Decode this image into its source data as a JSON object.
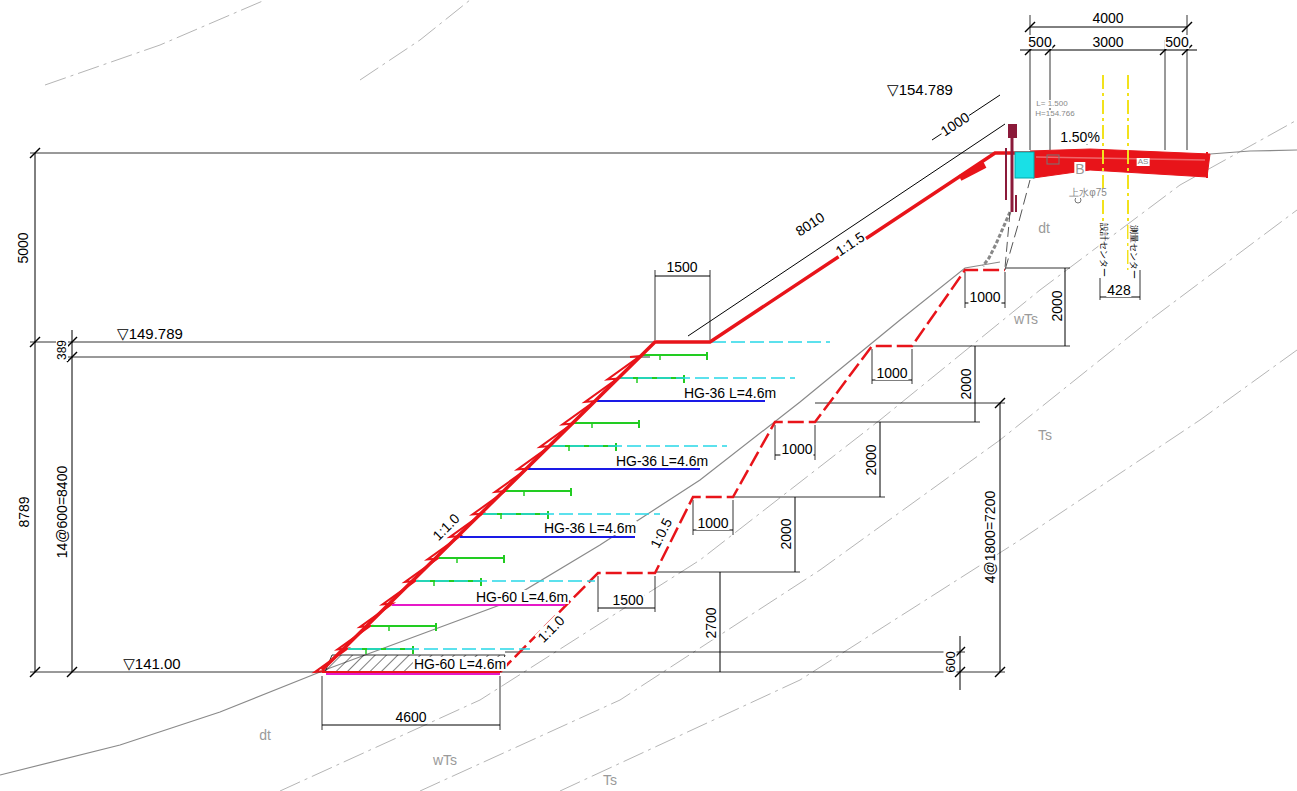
{
  "diagram": {
    "labels": [
      "4000",
      "500",
      "3000",
      "500",
      "▽154.789",
      "L= 1.500",
      "H=154.766",
      "1.50%",
      "1000",
      "8010",
      "1:1.5",
      "B",
      "AS",
      "上水φ75",
      "dt",
      "設計センター",
      "測量センター",
      "428",
      "1000",
      "2000",
      "wTs",
      "1500",
      "5000",
      "▽149.789",
      "389",
      "1000",
      "2000",
      "HG-36 L=4.6m",
      "Ts",
      "HG-36 L=4.6m",
      "1000",
      "2000",
      "8789",
      "14@600=8400",
      "1:1.0",
      "HG-36 L=4.6m",
      "1000",
      "2000",
      "1:0.5",
      "4@1800=7200",
      "HG-60 L=4.6m",
      "1500",
      "2700",
      "1:1.0",
      "▽141.00",
      "600",
      "HG-60 L=4.6m",
      "4600",
      "dt",
      "wTs",
      "Ts"
    ]
  }
}
